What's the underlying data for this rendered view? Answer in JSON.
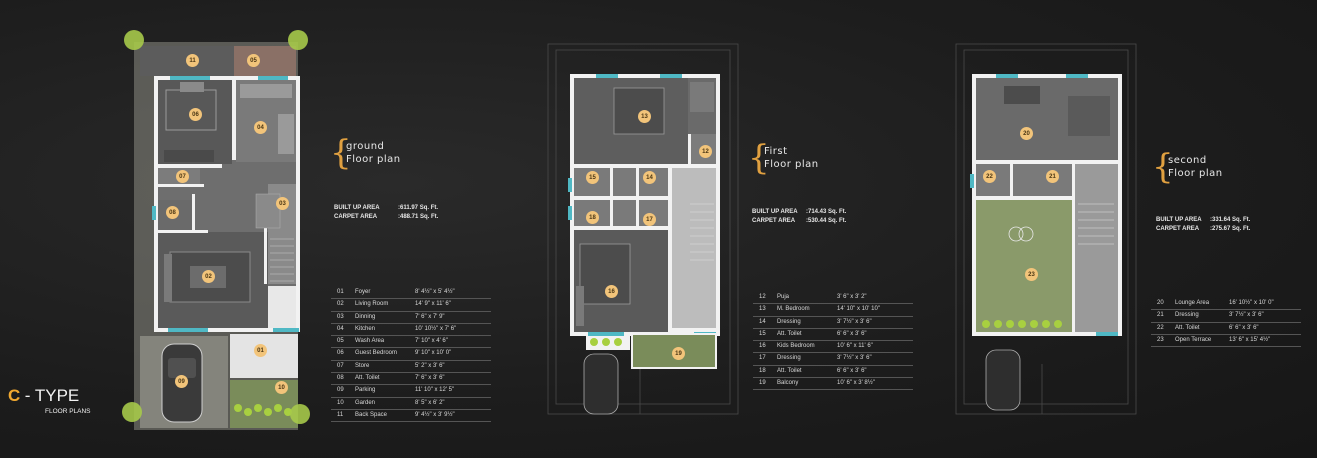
{
  "type_heading": {
    "letter": "C",
    "dash": "-",
    "word": "TYPE",
    "subtitle": "FLOOR PLANS"
  },
  "floors": [
    {
      "title_l1": "ground",
      "title_l2": "Floor plan",
      "built_up_label": "BUILT UP AREA",
      "built_up_value": "611.97 Sq. Ft.",
      "carpet_label": "CARPET AREA",
      "carpet_value": "488.71 Sq. Ft.",
      "rooms": [
        {
          "no": "01",
          "name": "Foyer",
          "dim": "8' 4½\" x 5' 4½\""
        },
        {
          "no": "02",
          "name": "Living Room",
          "dim": "14' 9\" x 11' 6\""
        },
        {
          "no": "03",
          "name": "Dinning",
          "dim": "7' 6\" x 7' 9\""
        },
        {
          "no": "04",
          "name": "Kitchen",
          "dim": "10' 10½\" x 7' 6\""
        },
        {
          "no": "05",
          "name": "Wash Area",
          "dim": "7' 10\" x 4' 6\""
        },
        {
          "no": "06",
          "name": "Guest Bedroom",
          "dim": "9' 10\" x 10' 0\""
        },
        {
          "no": "07",
          "name": "Store",
          "dim": "5' 2\" x 3' 6\""
        },
        {
          "no": "08",
          "name": "Att. Toilet",
          "dim": "7' 6\" x 3' 6\""
        },
        {
          "no": "09",
          "name": "Parking",
          "dim": "11' 10\" x 12' 5\""
        },
        {
          "no": "10",
          "name": "Garden",
          "dim": "8' 5\" x 6' 2\""
        },
        {
          "no": "11",
          "name": "Back Space",
          "dim": "9' 4½\" x 3' 9½\""
        }
      ]
    },
    {
      "title_l1": "First",
      "title_l2": "Floor plan",
      "built_up_label": "BUILT UP AREA",
      "built_up_value": "714.43 Sq. Ft.",
      "carpet_label": "CARPET AREA",
      "carpet_value": "530.44 Sq. Ft.",
      "rooms": [
        {
          "no": "12",
          "name": "Puja",
          "dim": "3' 6\" x 3' 2\""
        },
        {
          "no": "13",
          "name": "M. Bedroom",
          "dim": "14' 10\" x 10' 10\""
        },
        {
          "no": "14",
          "name": "Dressing",
          "dim": "3' 7½\" x 3' 6\""
        },
        {
          "no": "15",
          "name": "Att. Toilet",
          "dim": "6' 6\" x 3' 6\""
        },
        {
          "no": "16",
          "name": "Kids Bedroom",
          "dim": "10' 6\" x 11' 6\""
        },
        {
          "no": "17",
          "name": "Dressing",
          "dim": "3' 7½\" x 3' 6\""
        },
        {
          "no": "18",
          "name": "Att. Toilet",
          "dim": "6' 6\" x 3' 6\""
        },
        {
          "no": "19",
          "name": "Balcony",
          "dim": "10' 6\" x 3' 8½\""
        }
      ]
    },
    {
      "title_l1": "second",
      "title_l2": "Floor plan",
      "built_up_label": "BUILT UP AREA",
      "built_up_value": "331.64 Sq. Ft.",
      "carpet_label": "CARPET AREA",
      "carpet_value": "275.67 Sq. Ft.",
      "rooms": [
        {
          "no": "20",
          "name": "Lounge Area",
          "dim": "16' 10½\" x 10' 0\""
        },
        {
          "no": "21",
          "name": "Dressing",
          "dim": "3' 7½\" x 3' 6\""
        },
        {
          "no": "22",
          "name": "Att. Toilet",
          "dim": "6' 6\" x 3' 6\""
        },
        {
          "no": "23",
          "name": "Open Terrace",
          "dim": "13' 6\" x 15' 4½\""
        }
      ]
    }
  ],
  "colors": {
    "accent": "#f0a830",
    "badge": "#f2c47a",
    "room": "#777777",
    "wall": "#f4f4f4",
    "garden": "#8a9a6a",
    "window": "#4fb8c4"
  }
}
